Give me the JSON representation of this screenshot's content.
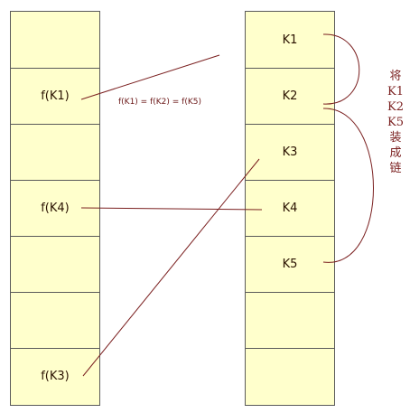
{
  "left_table": {
    "cells": [
      "",
      "f(K1)",
      "",
      "f(K4)",
      "",
      "",
      "f(K3)"
    ]
  },
  "right_table": {
    "cells": [
      "K1",
      "K2",
      "K3",
      "K4",
      "K5",
      "",
      ""
    ]
  },
  "formula": "f(K1) = f(K2) = f(K5)",
  "note": [
    "将",
    "K1",
    "K2",
    "K5",
    "装",
    "成",
    "链"
  ],
  "colors": {
    "cell_fill": "#ffffcc",
    "border": "#5a5a5a",
    "line": "#7a1f1f",
    "text": "#2a1200"
  }
}
